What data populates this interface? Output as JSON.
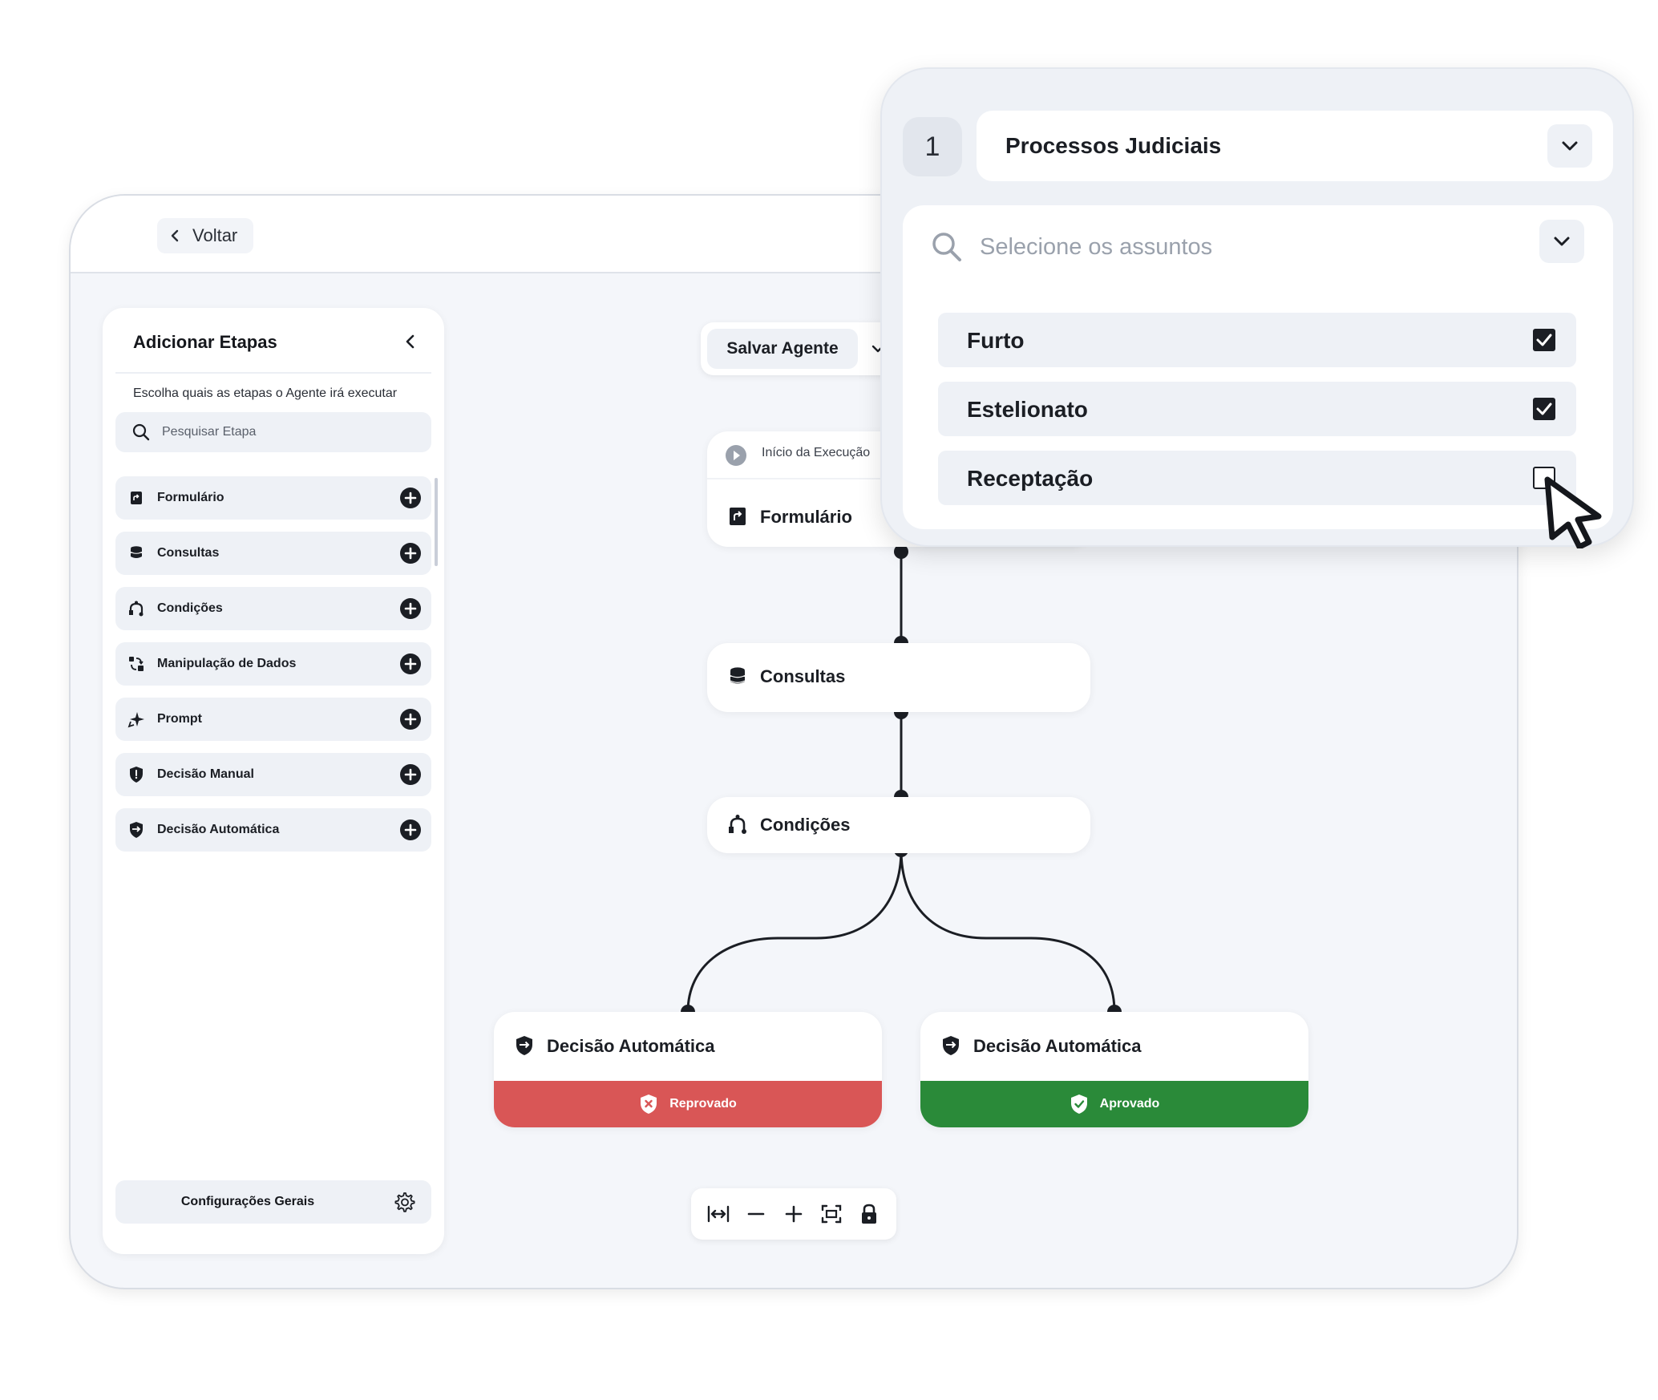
{
  "header": {
    "back_label": "Voltar"
  },
  "sidebar": {
    "title": "Adicionar Etapas",
    "subtitle": "Escolha quais as etapas o Agente irá executar",
    "search_placeholder": "Pesquisar Etapa",
    "items": [
      {
        "label": "Formulário",
        "icon": "form-icon"
      },
      {
        "label": "Consultas",
        "icon": "database-icon"
      },
      {
        "label": "Condições",
        "icon": "conditions-icon"
      },
      {
        "label": "Manipulação de Dados",
        "icon": "data-transform-icon"
      },
      {
        "label": "Prompt",
        "icon": "sparkle-icon"
      },
      {
        "label": "Decisão Manual",
        "icon": "shield-alert-icon"
      },
      {
        "label": "Decisão Automática",
        "icon": "shield-arrow-icon"
      }
    ],
    "settings_label": "Configurações Gerais"
  },
  "toolbar": {
    "save_label": "Salvar Agente"
  },
  "flow": {
    "start_label": "Início da Execução",
    "nodes": [
      {
        "label": "Formulário",
        "icon": "form-icon"
      },
      {
        "label": "Consultas",
        "icon": "database-icon"
      },
      {
        "label": "Condições",
        "icon": "conditions-icon"
      }
    ],
    "decisions": [
      {
        "label": "Decisão Automática",
        "result": "Reprovado",
        "color": "#d95656"
      },
      {
        "label": "Decisão Automática",
        "result": "Aprovado",
        "color": "#2a8a39"
      }
    ]
  },
  "canvas_tools": [
    "fit-width-icon",
    "zoom-out-icon",
    "zoom-in-icon",
    "fit-view-icon",
    "lock-icon"
  ],
  "popover": {
    "step_number": "1",
    "category": "Processos Judiciais",
    "subjects_placeholder": "Selecione os assuntos",
    "options": [
      {
        "label": "Furto",
        "checked": true
      },
      {
        "label": "Estelionato",
        "checked": true
      },
      {
        "label": "Receptação",
        "checked": false
      }
    ]
  },
  "colors": {
    "canvas_bg": "#f4f6fa",
    "dark": "#1b1e24",
    "reject": "#d95656",
    "approve": "#2a8a39"
  }
}
